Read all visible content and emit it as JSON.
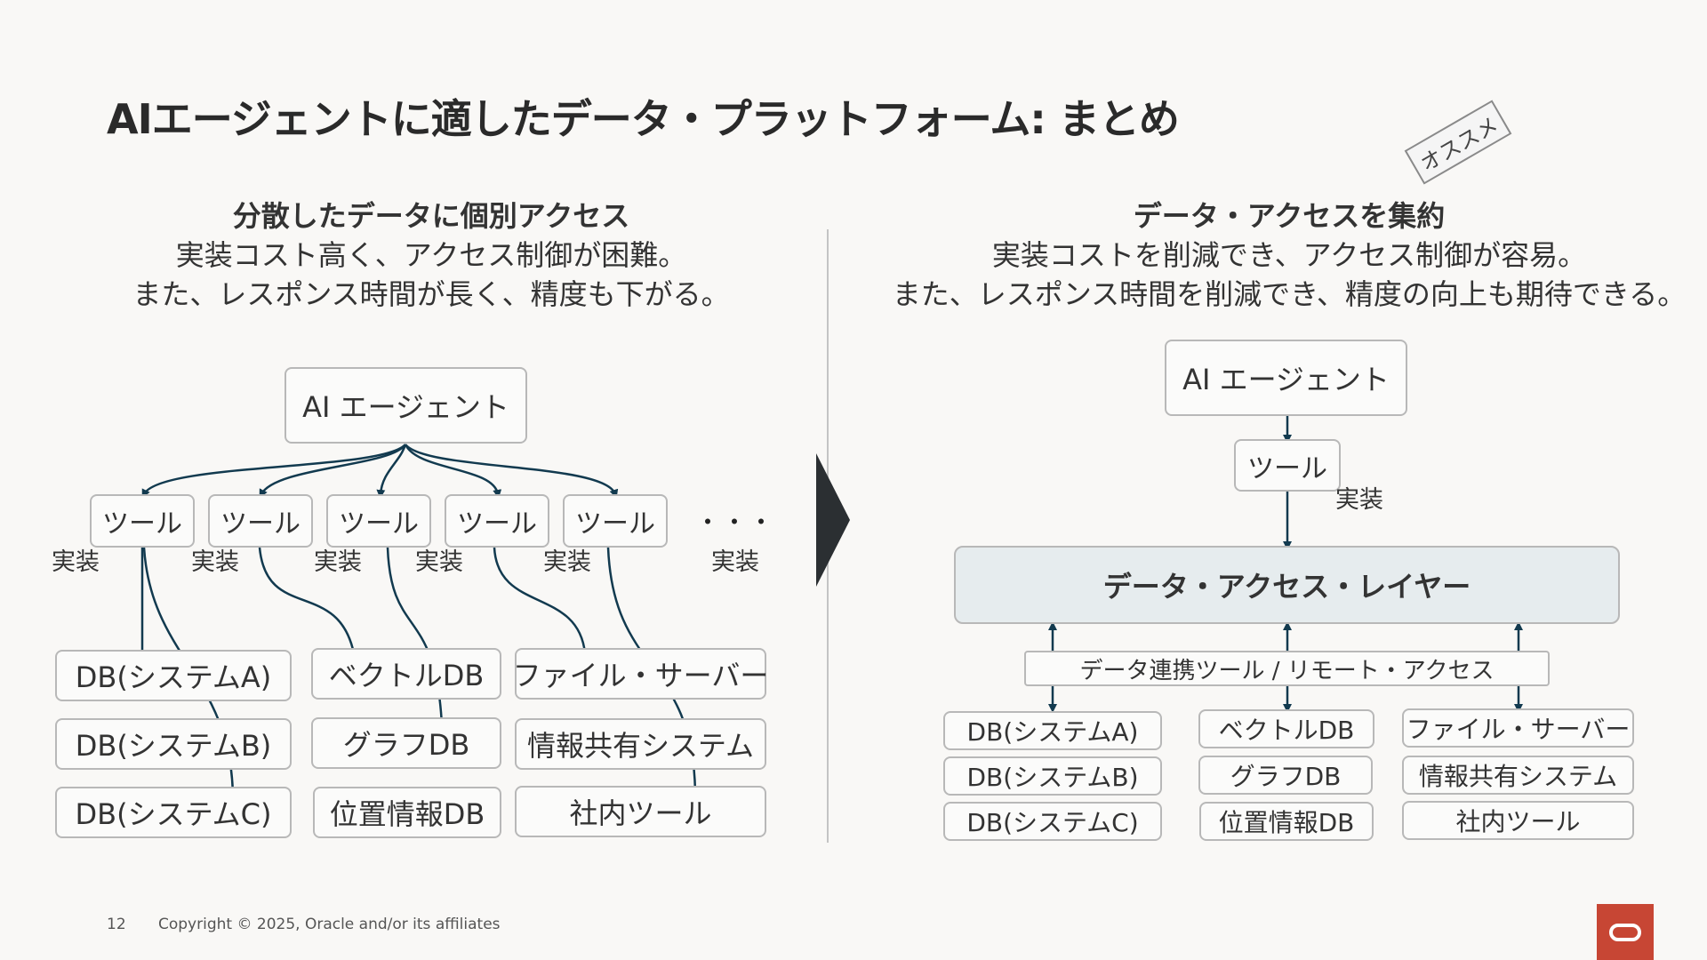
{
  "title": "AIエージェントに適したデータ・プラットフォーム: まとめ",
  "left": {
    "heading": "分散したデータに個別アクセス",
    "line1": "実装コスト高く、アクセス制御が困難。",
    "line2": "また、レスポンス時間が長く、精度も下がる。",
    "agent": "AI エージェント",
    "tools": [
      "ツール",
      "ツール",
      "ツール",
      "ツール",
      "ツール"
    ],
    "ellipsis": "・・・",
    "impl_label": "実装",
    "col1": [
      "DB(システムA)",
      "DB(システムB)",
      "DB(システムC)"
    ],
    "col2": [
      "ベクトルDB",
      "グラフDB",
      "位置情報DB"
    ],
    "col3": [
      "ファイル・サーバー",
      "情報共有システム",
      "社内ツール"
    ]
  },
  "right": {
    "stamp": "オススメ",
    "heading": "データ・アクセスを集約",
    "line1": "実装コストを削減でき、アクセス制御が容易。",
    "line2": "また、レスポンス時間を削減でき、精度の向上も期待できる。",
    "agent": "AI エージェント",
    "tool": "ツール",
    "impl_label": "実装",
    "layer": "データ・アクセス・レイヤー",
    "link_bar": "データ連携ツール / リモート・アクセス",
    "col1": [
      "DB(システムA)",
      "DB(システムB)",
      "DB(システムC)"
    ],
    "col2": [
      "ベクトルDB",
      "グラフDB",
      "位置情報DB"
    ],
    "col3": [
      "ファイル・サーバー",
      "情報共有システム",
      "社内ツール"
    ]
  },
  "footer": {
    "page": "12",
    "copyright": "Copyright © 2025, Oracle and/or its affiliates"
  },
  "colors": {
    "arrow": "#123a4f",
    "layer_bg": "#e6ecee",
    "oracle_red": "#c74634"
  }
}
